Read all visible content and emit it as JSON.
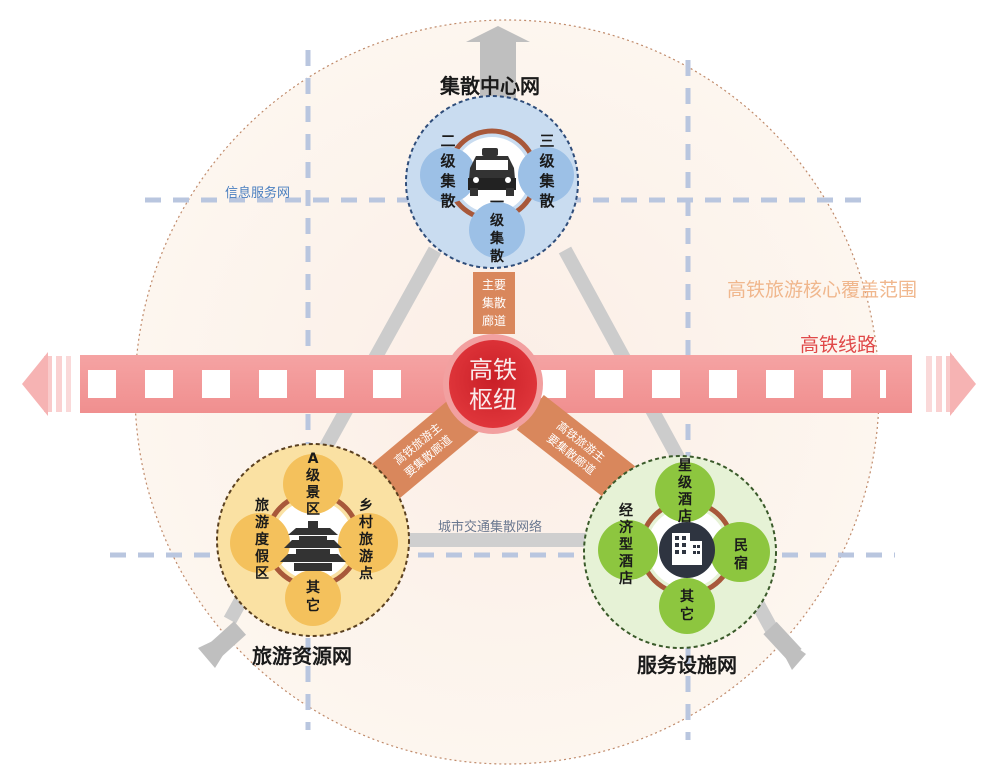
{
  "title_top": "集散中心网",
  "title_bottom_left": "旅游资源网",
  "title_bottom_right": "服务设施网",
  "info_service_label": "信息服务网",
  "coverage_label": "高铁旅游核心覆盖范围",
  "rail_label": "高铁线路",
  "hub_line1": "高铁",
  "hub_line2": "枢纽",
  "corridor_top": [
    "主要",
    "集散",
    "廊道"
  ],
  "corridor_left": "高铁旅游主要集散廊道",
  "corridor_right": "高铁旅游主要集散廊道",
  "city_network_label": "城市交通集散网络",
  "top_node": {
    "left": [
      "二",
      "级",
      "集",
      "散"
    ],
    "right": [
      "三",
      "级",
      "集",
      "散"
    ],
    "bottom": [
      "一",
      "级",
      "集",
      "散"
    ],
    "icon": "taxi-icon"
  },
  "left_node": {
    "top": [
      "A",
      "级",
      "景",
      "区"
    ],
    "left": [
      "旅",
      "游",
      "度",
      "假",
      "区"
    ],
    "right": [
      "乡",
      "村",
      "旅",
      "游",
      "点"
    ],
    "bottom": [
      "其",
      "它"
    ],
    "icon": "pagoda-icon"
  },
  "right_node": {
    "top": [
      "星",
      "级",
      "酒",
      "店"
    ],
    "left": [
      "经",
      "济",
      "型",
      "酒",
      "店"
    ],
    "right": [
      "民",
      "宿"
    ],
    "bottom": [
      "其",
      "它"
    ],
    "icon": "building-icon"
  },
  "colors": {
    "rail_band": "#f4a1a1",
    "hub": "#e8363a",
    "corridor": "#d9875c",
    "top_node_fill": "#c9dcf0",
    "top_sub": "#9cc0e6",
    "left_node_fill": "#fae1a3",
    "left_sub": "#f4c15c",
    "right_node_fill": "#e6f2d6",
    "right_sub": "#8dc63f",
    "grid_dash": "#b9c6df",
    "coverage_text": "#f0b78d",
    "rail_text": "#e04848",
    "info_text": "#4a7fc0"
  }
}
